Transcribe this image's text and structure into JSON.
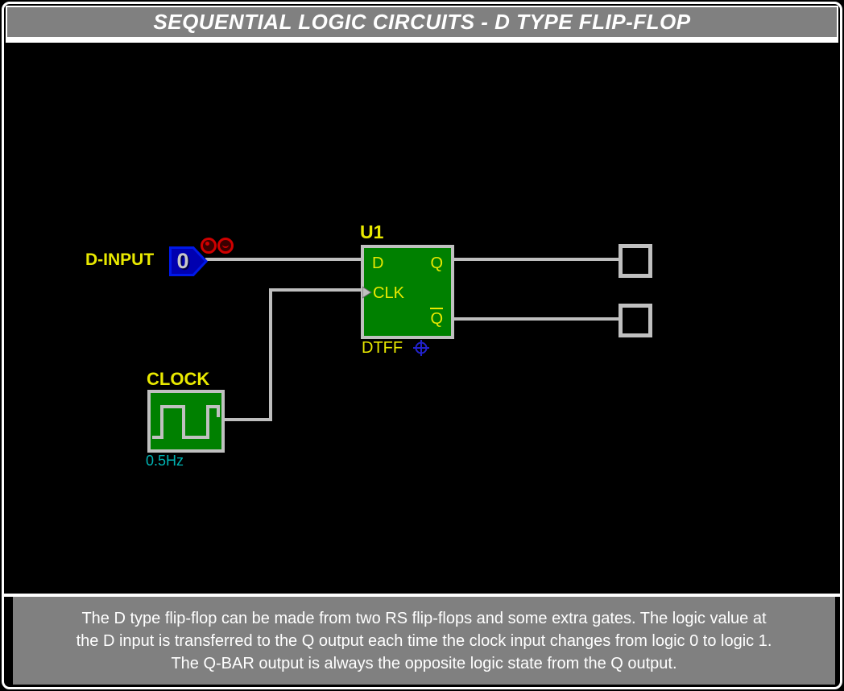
{
  "window": {
    "title": "SEQUENTIAL LOGIC CIRCUITS - D TYPE FLIP-FLOP"
  },
  "circuit": {
    "d_input": {
      "label": "D-INPUT",
      "value": "0"
    },
    "flip_flop": {
      "designator": "U1",
      "part_name": "DTFF",
      "pin_d": "D",
      "pin_clk": "CLK",
      "pin_q": "Q",
      "pin_q_bar": "Q"
    },
    "clock": {
      "label": "CLOCK",
      "frequency": "0.5Hz"
    }
  },
  "description": {
    "line1": "The D type flip-flop can be made from two RS flip-flops and some extra gates. The logic value at",
    "line2": "the D input is transferred to the Q output each time the clock input changes from logic 0 to logic 1.",
    "line3": "The Q-BAR output is always the opposite logic state from the Q output."
  },
  "colors": {
    "panel_gray": "#808080",
    "wire_gray": "#bebebe",
    "component_border_gray": "#c0c0c0",
    "component_green": "#008000",
    "label_yellow": "#e9e900",
    "frequency_teal": "#00b2b2",
    "input_device_blue": "#0000b0",
    "input_device_edge_blue": "#0018e8",
    "toggle_red": "#cf0000",
    "crosshair_blue": "#2222cc",
    "text_white": "#ffffff"
  },
  "icons": {
    "toggle_up": "red circular spinner button (dot mark)",
    "toggle_down": "red circular spinner button (arc mark)",
    "square_wave": "gray square-wave glyph on clock generator",
    "clock_edge": "gray edge-trigger triangle on CLK pin",
    "crosshair": "blue circle-with-cross anchor marker"
  }
}
